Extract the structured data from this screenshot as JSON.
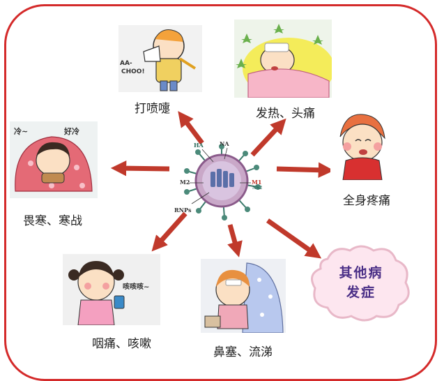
{
  "colors": {
    "frame": "#d42a2a",
    "arrow": "#c0392b",
    "cloud_fill": "#fde6ef",
    "cloud_text": "#4a2e86"
  },
  "symptoms": {
    "sneeze": "打喷嚏",
    "fever_headache": "发热、头痛",
    "body_ache": "全身疼痛",
    "chills": "畏寒、寒战",
    "throat_cough": "咽痛、咳嗽",
    "nasal": "鼻塞、流涕"
  },
  "complication": {
    "line1": "其他病",
    "line2": "发症"
  },
  "virus_labels": {
    "ha": "HA",
    "na": "NA",
    "m2": "M2",
    "m1": "M1",
    "ns2": "NS2",
    "rnps": "RNPs"
  },
  "illustration_text": {
    "sneeze_sound_1": "AA-",
    "sneeze_sound_2": "CHOO!",
    "cold_1": "冷~",
    "cold_2": "好冷",
    "cough_sound": "咳咳咳~"
  }
}
